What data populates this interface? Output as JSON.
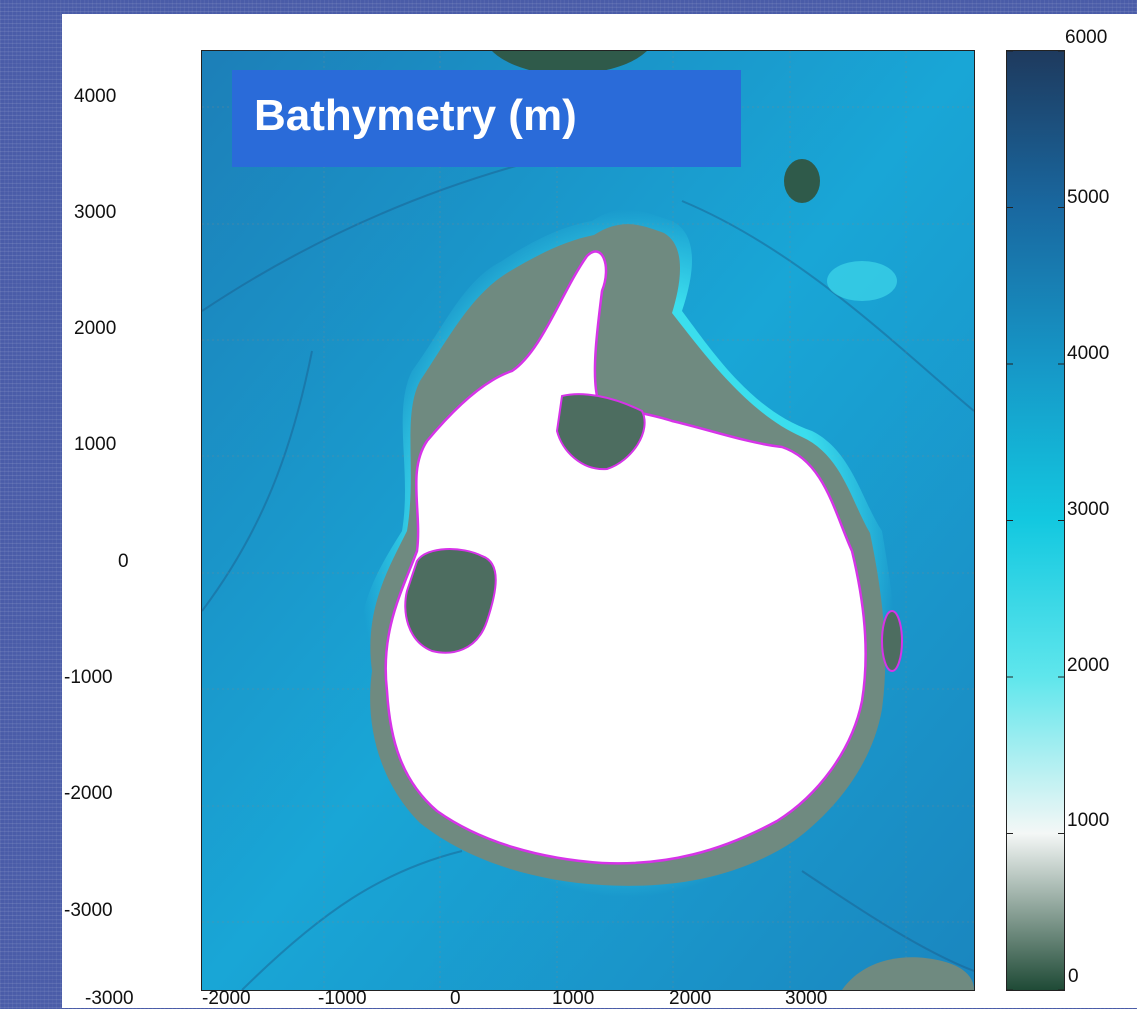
{
  "title": "Bathymetry (m)",
  "x_axis": {
    "ticks": [
      "-3000",
      "-2000",
      "-1000",
      "0",
      "1000",
      "2000",
      "3000"
    ]
  },
  "y_axis": {
    "ticks": [
      "4000",
      "3000",
      "2000",
      "1000",
      "0",
      "-1000",
      "-2000",
      "-3000"
    ]
  },
  "colorbar": {
    "ticks": [
      "6000",
      "5000",
      "4000",
      "3000",
      "2000",
      "1000",
      "0"
    ],
    "range": [
      0,
      6000
    ],
    "color_stops": [
      {
        "value": 0,
        "color": "#1f4a36"
      },
      {
        "value": 1000,
        "color": "#f4f7f6"
      },
      {
        "value": 2000,
        "color": "#5fe6ec"
      },
      {
        "value": 3000,
        "color": "#13c8e0"
      },
      {
        "value": 4000,
        "color": "#1697c7"
      },
      {
        "value": 5000,
        "color": "#1968a0"
      },
      {
        "value": 6000,
        "color": "#1e3a5e"
      }
    ]
  },
  "map": {
    "ocean_color": "#1aa0d0",
    "ice_color": "#ffffff",
    "shelf_color": "#6f8a80",
    "grounding_line_color": "#d633e8"
  }
}
